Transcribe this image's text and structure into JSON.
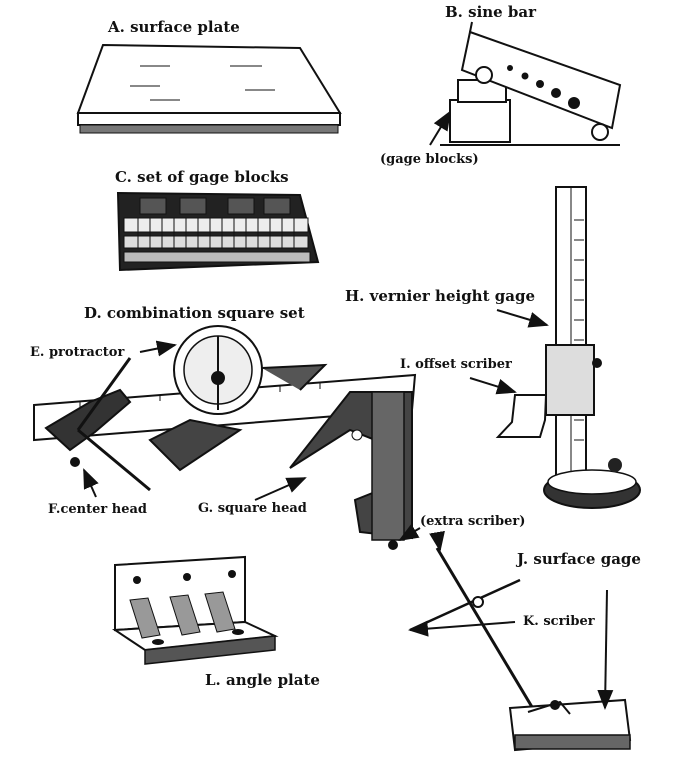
{
  "labels": {
    "surface_plate": "A. surface plate",
    "sine_bar": "B. sine bar",
    "gage_blocks_note": "(gage blocks)",
    "gage_block_set": "C. set of gage blocks",
    "combination_square_set": "D. combination square set",
    "protractor": "E. protractor",
    "center_head": "F.center head",
    "square_head": "G. square head",
    "vernier_height_gage": "H. vernier height gage",
    "offset_scriber": "I. offset scriber",
    "extra_scriber": "(extra scriber)",
    "surface_gage": "J. surface gage",
    "scriber": "K. scriber",
    "angle_plate": "L. angle plate"
  },
  "colors": {
    "ink": "#111111",
    "paper": "#ffffff",
    "shade": "#555555"
  }
}
